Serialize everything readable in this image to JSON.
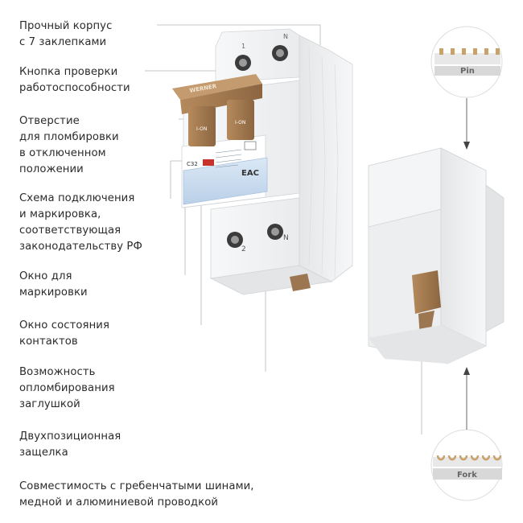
{
  "features": [
    {
      "name": "feature-housing",
      "text": "Прочный корпус\nс 7 заклепками"
    },
    {
      "name": "feature-test-button",
      "text": "Кнопка проверки\nработоспособности"
    },
    {
      "name": "feature-seal-hole",
      "text": "Отверстие\nдля пломбировки\nв отключенном\nположении"
    },
    {
      "name": "feature-wiring-diagram",
      "text": "Схема подключения\nи маркировка,\nсоответствующая\nзаконодательству РФ"
    },
    {
      "name": "feature-marking-window",
      "text": "Окно для\nмаркировки"
    },
    {
      "name": "feature-contact-window",
      "text": "Окно состояния\nконтактов"
    },
    {
      "name": "feature-plug-seal",
      "text": "Возможность\nопломбирования\nзаглушкой"
    },
    {
      "name": "feature-latch",
      "text": "Двухпозиционная\nзащелка"
    },
    {
      "name": "feature-compatibility",
      "text": "Совместимость с гребенчатыми шинами,\nмедной и алюминиевой проводкой"
    }
  ],
  "device": {
    "brand": "WERNER",
    "terminal_top_left": "1",
    "terminal_top_right": "N",
    "terminal_bottom_left": "2",
    "terminal_bottom_right": "N",
    "handle_label": "I-ON",
    "model_badge": "C32",
    "cert_mark": "EAC"
  },
  "busbars": {
    "pin_label": "Pin",
    "fork_label": "Fork"
  },
  "colors": {
    "handle": "#a57c52",
    "body": "#f1f2f3",
    "window": "#c9dcef",
    "leader": "#b5b5b5"
  }
}
